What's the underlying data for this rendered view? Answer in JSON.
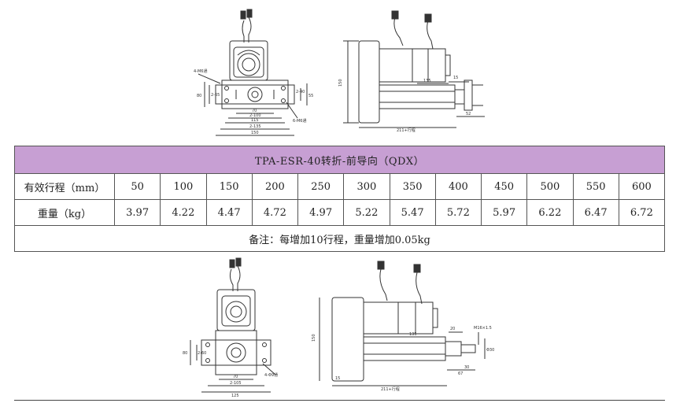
{
  "table": {
    "title": "TPA-ESR-40转折-前导向（QDX）",
    "stroke_label": "有效行程（mm）",
    "weight_label": "重量（kg）",
    "strokes": [
      "50",
      "100",
      "150",
      "200",
      "250",
      "300",
      "350",
      "400",
      "450",
      "500",
      "550",
      "600"
    ],
    "weights": [
      "3.97",
      "4.22",
      "4.47",
      "4.72",
      "4.97",
      "5.22",
      "5.47",
      "5.72",
      "5.97",
      "6.22",
      "6.47",
      "6.72"
    ],
    "note": "备注：每增加10行程，重量增加0.05kg"
  },
  "top_front_view": {
    "holes_label": "4-M6通",
    "hole2_label": "6-M6通",
    "dim_70": "70",
    "dim_2_100": "2-100",
    "dim_115": "115",
    "dim_2_135": "2-135",
    "dim_150": "150",
    "dim_left_80": "80",
    "dim_left_2_65": "2-65",
    "dim_right_2_40": "2-40",
    "dim_right_55": "55"
  },
  "top_side_view": {
    "dim_150": "150",
    "dim_135": "135",
    "dim_15": "15",
    "dim_52": "52",
    "dim_stroke": "211+行程"
  },
  "bottom_front_view": {
    "holes_label": "4-Φ9通",
    "dim_70": "70",
    "dim_2_105": "2-105",
    "dim_125": "125",
    "dim_left_80": "80",
    "dim_left_2_60": "2-60"
  },
  "bottom_side_view": {
    "dim_150": "150",
    "dim_135": "135",
    "dim_20": "20",
    "dim_m": "M16×1.5",
    "dim_phi": "Φ30",
    "dim_30": "30",
    "dim_67": "67",
    "dim_15": "15",
    "dim_stroke": "211+行程"
  }
}
